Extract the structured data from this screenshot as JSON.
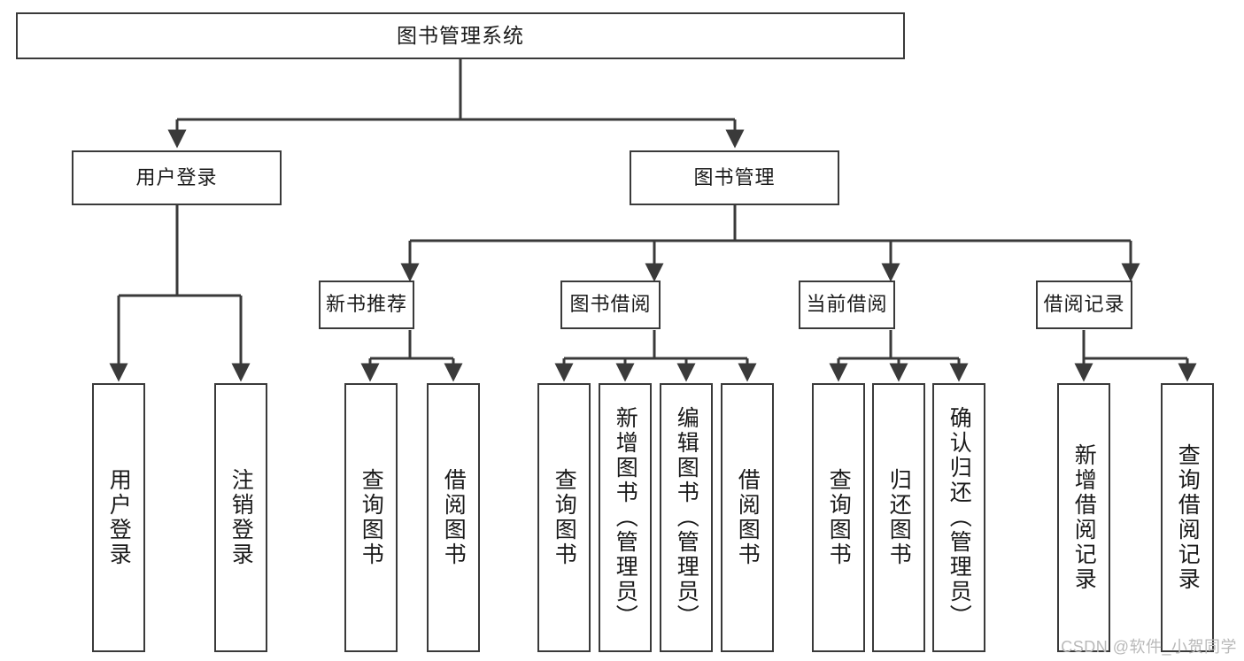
{
  "diagram": {
    "title": "图书管理系统",
    "type": "hierarchy-tree",
    "watermark": "CSDN @软件_小贺同学",
    "colors": {
      "stroke": "#3a3a3a",
      "fill": "#ffffff",
      "text": "#1a1a1a",
      "watermark": "#b9b9b9"
    },
    "nodes": {
      "root": {
        "label": "图书管理系统"
      },
      "level2": [
        {
          "id": "user-login",
          "label": "用户登录"
        },
        {
          "id": "book-management",
          "label": "图书管理"
        }
      ],
      "level3": [
        {
          "id": "new-book-recommend",
          "label": "新书推荐"
        },
        {
          "id": "book-borrow",
          "label": "图书借阅"
        },
        {
          "id": "current-borrow",
          "label": "当前借阅"
        },
        {
          "id": "borrow-record",
          "label": "借阅记录"
        }
      ],
      "leaves": [
        {
          "id": "leaf-user-login",
          "label": "用户登录"
        },
        {
          "id": "leaf-logout-login",
          "label": "注销登录"
        },
        {
          "id": "leaf-query-book-1",
          "label": "查询图书"
        },
        {
          "id": "leaf-borrow-book-1",
          "label": "借阅图书"
        },
        {
          "id": "leaf-query-book-2",
          "label": "查询图书"
        },
        {
          "id": "leaf-add-book",
          "label": "新增图书（管理员）"
        },
        {
          "id": "leaf-edit-book",
          "label": "编辑图书（管理员）"
        },
        {
          "id": "leaf-borrow-book-2",
          "label": "借阅图书"
        },
        {
          "id": "leaf-query-book-3",
          "label": "查询图书"
        },
        {
          "id": "leaf-return-book",
          "label": "归还图书"
        },
        {
          "id": "leaf-confirm-return",
          "label": "确认归还（管理员）"
        },
        {
          "id": "leaf-add-borrow-record",
          "label": "新增借阅记录"
        },
        {
          "id": "leaf-query-borrow-record",
          "label": "查询借阅记录"
        }
      ]
    }
  }
}
